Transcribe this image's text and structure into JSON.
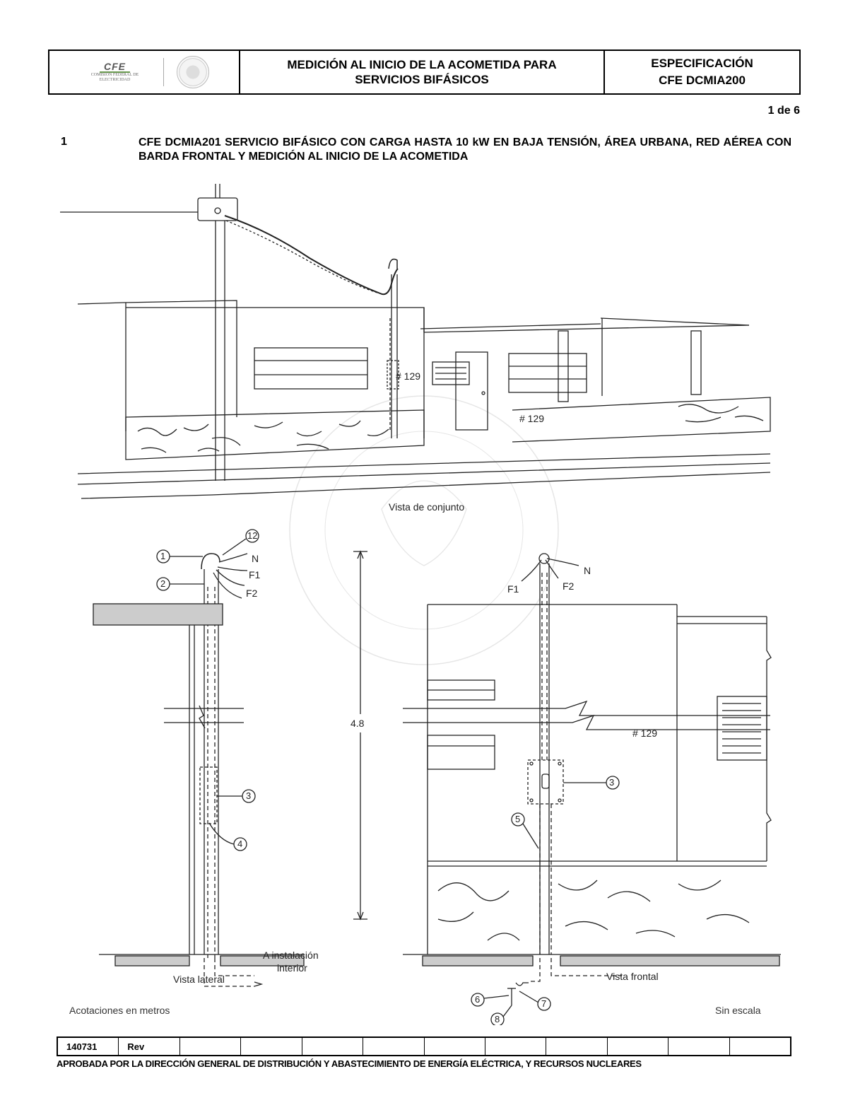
{
  "header": {
    "logo_text": "CFE",
    "logo_subtitle": "COMISIÓN FEDERAL DE ELECTRICIDAD",
    "title_line1": "MEDICIÓN AL INICIO DE LA ACOMETIDA PARA",
    "title_line2": "SERVICIOS BIFÁSICOS",
    "spec_line1": "ESPECIFICACIÓN",
    "spec_line2": "CFE DCMIA200"
  },
  "page_number": "1 de 6",
  "section": {
    "number": "1",
    "title": "CFE DCMIA201 SERVICIO BIFÁSICO CON CARGA HASTA 10 kW EN BAJA TENSIÓN, ÁREA URBANA, RED AÉREA CON BARDA FRONTAL Y MEDICIÓN AL INICIO DE LA ACOMETIDA"
  },
  "drawing": {
    "house_number": "# 129",
    "view_overall": "Vista de conjunto",
    "view_side": "Vista lateral",
    "view_front": "Vista frontal",
    "dimension": "4.8",
    "wire_n": "N",
    "wire_f1": "F1",
    "wire_f2": "F2",
    "to_interior_1": "A instalación",
    "to_interior_2": "interior",
    "callouts": [
      "1",
      "2",
      "3",
      "4",
      "5",
      "6",
      "7",
      "8",
      "12"
    ]
  },
  "notes": {
    "units": "Acotaciones en metros",
    "scale": "Sin escala"
  },
  "footer": {
    "cells": [
      "140731",
      "Rev",
      "",
      "",
      "",
      "",
      "",
      "",
      "",
      "",
      "",
      ""
    ],
    "approval": "APROBADA POR LA DIRECCIÓN GENERAL DE DISTRIBUCIÓN Y ABASTECIMIENTO DE ENERGÍA ELÉCTRICA, Y RECURSOS NUCLEARES"
  }
}
